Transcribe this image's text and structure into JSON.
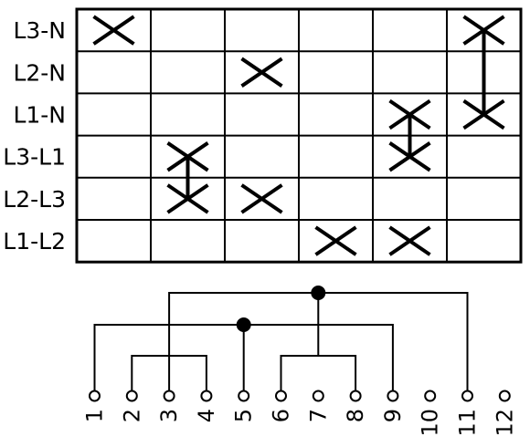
{
  "switch_diagram": {
    "line_color": "#000000",
    "background": "#ffffff",
    "rows": [
      {
        "label": "L3-N"
      },
      {
        "label": "L2-N"
      },
      {
        "label": "L1-N"
      },
      {
        "label": "L3-L1"
      },
      {
        "label": "L2-L3"
      },
      {
        "label": "L1-L2"
      }
    ],
    "position_count": 6,
    "contacts": [
      {
        "row": 0,
        "position": 0
      },
      {
        "row": 0,
        "position": 5
      },
      {
        "row": 1,
        "position": 2
      },
      {
        "row": 2,
        "position": 4
      },
      {
        "row": 2,
        "position": 5
      },
      {
        "row": 3,
        "position": 1
      },
      {
        "row": 3,
        "position": 4
      },
      {
        "row": 4,
        "position": 1
      },
      {
        "row": 4,
        "position": 2
      },
      {
        "row": 5,
        "position": 3
      },
      {
        "row": 5,
        "position": 4
      }
    ],
    "links": [
      {
        "position": 5,
        "from_row": 0,
        "to_row": 2
      },
      {
        "position": 4,
        "from_row": 2,
        "to_row": 3
      },
      {
        "position": 1,
        "from_row": 3,
        "to_row": 4
      }
    ],
    "terminals": [
      "1",
      "2",
      "3",
      "4",
      "5",
      "6",
      "7",
      "8",
      "9",
      "10",
      "11",
      "12"
    ],
    "connections": {
      "bridges": [
        {
          "terminals": [
            "2",
            "4"
          ]
        },
        {
          "terminals": [
            "6",
            "8"
          ]
        }
      ],
      "buses": [
        {
          "terminals": [
            "3",
            "11"
          ],
          "joined_terminal": "7"
        },
        {
          "terminals": [
            "1",
            "9"
          ],
          "joined_terminal": "5"
        }
      ]
    }
  }
}
